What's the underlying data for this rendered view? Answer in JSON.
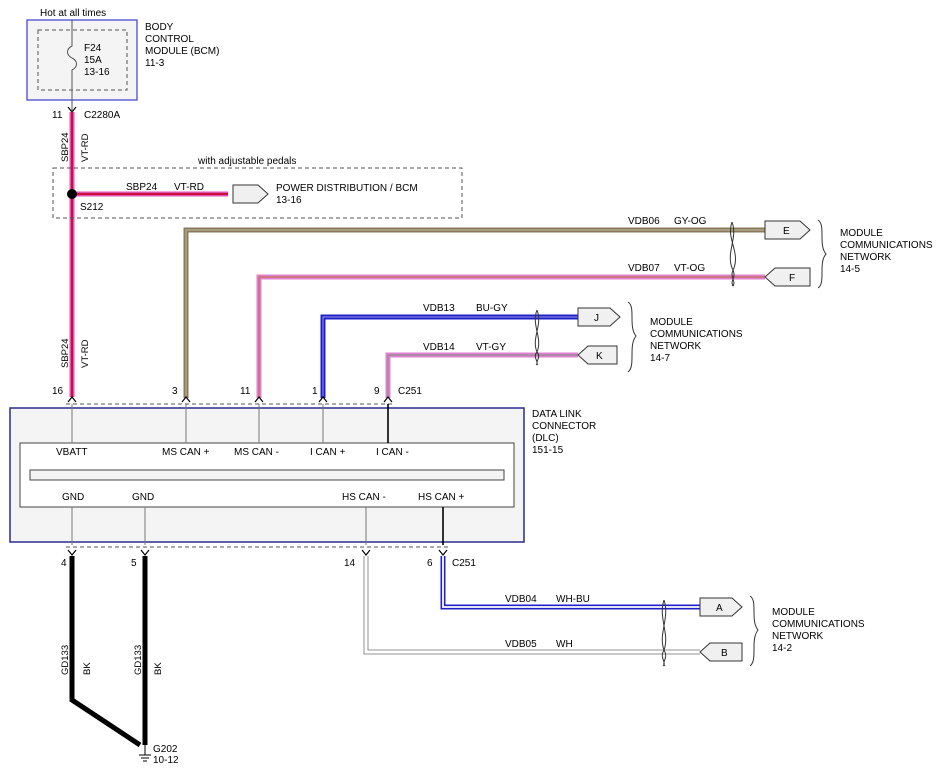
{
  "bcm": {
    "hot_label": "Hot at all times",
    "title": [
      "BODY",
      "CONTROL",
      "MODULE (BCM)",
      "11-3"
    ],
    "fuse": [
      "F24",
      "15A",
      "13-16"
    ]
  },
  "connectors": {
    "c2280a": "C2280A",
    "c251_top": "C251",
    "c251_bottom": "C251"
  },
  "pins": {
    "p11": "11",
    "p16": "16",
    "p3": "3",
    "p11b": "11",
    "p1": "1",
    "p9": "9",
    "p4": "4",
    "p5": "5",
    "p14": "14",
    "p6": "6"
  },
  "circuits": {
    "sbp24": "SBP24",
    "vtrd": "VT-RD",
    "vdb06": "VDB06",
    "gyog": "GY-OG",
    "vdb07": "VDB07",
    "vtog": "VT-OG",
    "vdb13": "VDB13",
    "bugy": "BU-GY",
    "vdb14": "VDB14",
    "vtgy": "VT-GY",
    "vdb04": "VDB04",
    "whbu": "WH-BU",
    "vdb05": "VDB05",
    "wh": "WH",
    "gd133": "GD133",
    "bk": "BK"
  },
  "splice": {
    "label": "S212",
    "note": "with adjustable pedals",
    "pd_title": "POWER DISTRIBUTION / BCM",
    "pd_ref": "13-16"
  },
  "offpage": {
    "e": "E",
    "f": "F",
    "j": "J",
    "k": "K",
    "a": "A",
    "b": "B"
  },
  "networks": {
    "net1": [
      "MODULE",
      "COMMUNICATIONS",
      "NETWORK",
      "14-5"
    ],
    "net2": [
      "MODULE",
      "COMMUNICATIONS",
      "NETWORK",
      "14-7"
    ],
    "net3": [
      "MODULE",
      "COMMUNICATIONS",
      "NETWORK",
      "14-2"
    ]
  },
  "dlc": {
    "title": [
      "DATA LINK",
      "CONNECTOR",
      "(DLC)",
      "151-15"
    ],
    "vbatt": "VBATT",
    "mscanp": "MS CAN +",
    "mscanm": "MS CAN -",
    "icanp": "I CAN +",
    "icanm": "I CAN -",
    "gnd1": "GND",
    "gnd2": "GND",
    "hscanm": "HS CAN -",
    "hscanp": "HS CAN +"
  },
  "ground": {
    "label": "G202",
    "ref": "10-12"
  }
}
